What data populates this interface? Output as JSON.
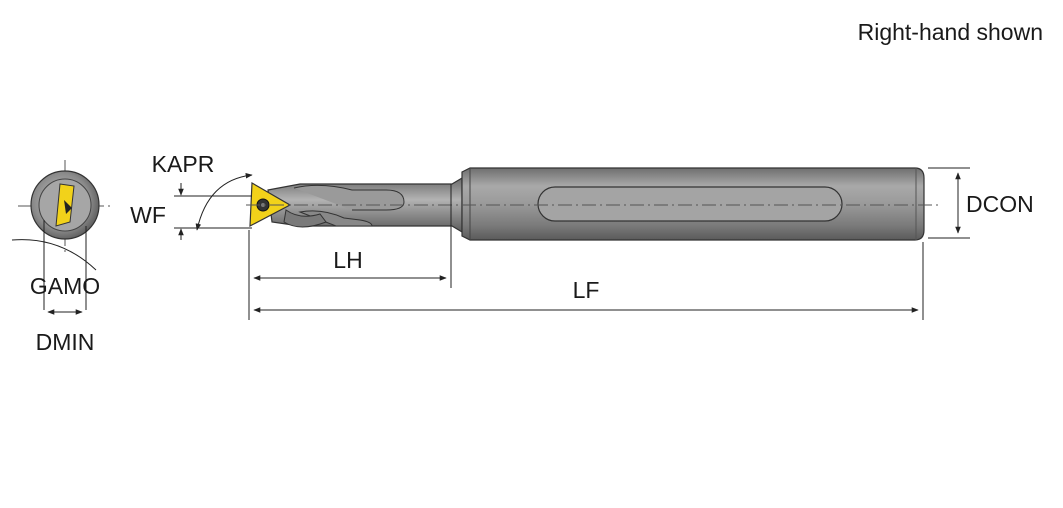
{
  "note": "Right-hand shown",
  "labels": {
    "kapr": "KAPR",
    "wf": "WF",
    "lh": "LH",
    "lf": "LF",
    "dcon": "DCON",
    "gamo": "GAMO",
    "dmin": "DMIN"
  },
  "colors": {
    "shank": "#8d8d8d",
    "shank_dark": "#5f5f5f",
    "shank_light": "#b9b9b9",
    "insert": "#f2d21a",
    "line": "#222222"
  },
  "icons": {
    "insert": "triangular-insert-icon",
    "screw": "clamp-screw-icon"
  }
}
